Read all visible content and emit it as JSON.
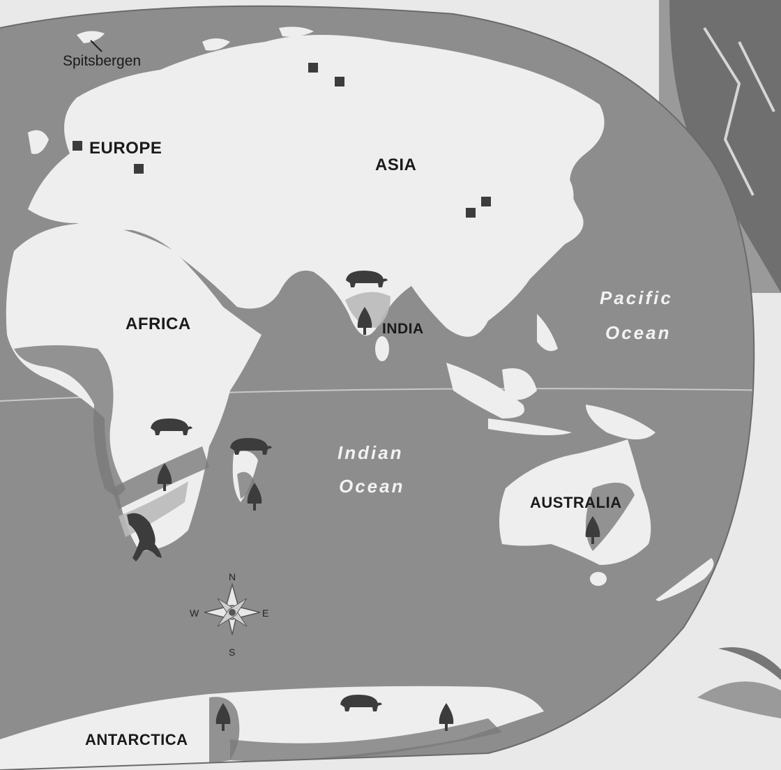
{
  "map": {
    "labels": {
      "spitsbergen": "Spitsbergen",
      "europe": "EUROPE",
      "asia": "ASIA",
      "africa": "AFRICA",
      "india": "INDIA",
      "pacific_line1": "Pacific",
      "pacific_line2": "Ocean",
      "indian_line1": "Indian",
      "indian_line2": "Ocean",
      "australia": "AUSTRALIA",
      "antarctica": "ANTARCTICA"
    },
    "compass": {
      "n": "N",
      "s": "S",
      "e": "E",
      "w": "W"
    },
    "colors": {
      "ocean": "#8d8d8d",
      "land": "#eeeeee",
      "fossil_band": "#7a7a7a",
      "light_band": "#b9b9b9",
      "marker": "#3c3c3c",
      "background": "#e9e9e9"
    },
    "legend_icons": [
      "mammal-fossil-icon",
      "tree-fossil-icon",
      "reptile-fossil-icon",
      "square-site-marker"
    ]
  }
}
